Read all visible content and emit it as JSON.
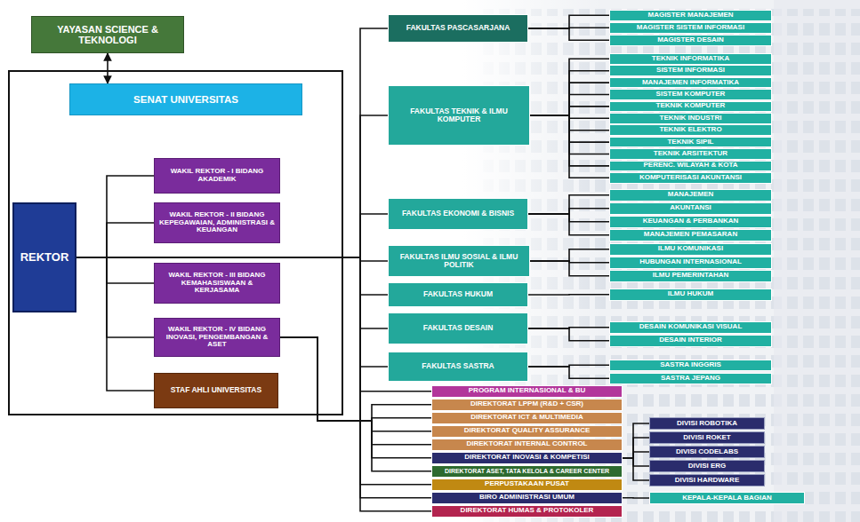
{
  "diagram": {
    "nodes": [
      {
        "text": [
          "YAYASAN SCIENCE & TEKNOLOGI"
        ]
      },
      {
        "text": [
          "SENAT UNIVERSITAS"
        ]
      },
      {
        "text": [
          "REKTOR"
        ]
      },
      {
        "text": [
          "WAKIL REKTOR - I BIDANG AKADEMIK"
        ]
      },
      {
        "text": [
          "WAKIL REKTOR - II BIDANG KEPEGAWAIAN, ADMINISTRASI & KEUANGAN"
        ]
      },
      {
        "text": [
          "WAKIL REKTOR - III BIDANG KEMAHASISWAAN & KERJASAMA"
        ]
      },
      {
        "text": [
          "WAKIL REKTOR - IV BIDANG INOVASI, PENGEMBANGAN & ASET"
        ]
      },
      {
        "text": [
          "STAF AHLI UNIVERSITAS"
        ]
      },
      {
        "text": [
          "FAKULTAS PASCASARJANA"
        ]
      },
      {
        "text": [
          "MAGISTER MANAJEMEN"
        ]
      },
      {
        "text": [
          "MAGISTER SISTEM INFORMASI"
        ]
      },
      {
        "text": [
          "MAGISTER DESAIN"
        ]
      },
      {
        "text": [
          "FAKULTAS TEKNIK & ILMU KOMPUTER"
        ]
      },
      {
        "text": [
          "TEKNIK INFORMATIKA"
        ]
      },
      {
        "text": [
          "SISTEM INFORMASI"
        ]
      },
      {
        "text": [
          "MANAJEMEN INFORMATIKA"
        ]
      },
      {
        "text": [
          "SISTEM KOMPUTER"
        ]
      },
      {
        "text": [
          "TEKNIK KOMPUTER"
        ]
      },
      {
        "text": [
          "TEKNIK INDUSTRI"
        ]
      },
      {
        "text": [
          "TEKNIK ELEKTRO"
        ]
      },
      {
        "text": [
          "TEKNIK SIPIL"
        ]
      },
      {
        "text": [
          "TEKNIK ARSITEKTUR"
        ]
      },
      {
        "text": [
          "PERENC. WILAYAH & KOTA"
        ]
      },
      {
        "text": [
          "KOMPUTERISASI AKUNTANSI"
        ]
      },
      {
        "text": [
          "FAKULTAS EKONOMI & BISNIS"
        ]
      },
      {
        "text": [
          "MANAJEMEN"
        ]
      },
      {
        "text": [
          "AKUNTANSI"
        ]
      },
      {
        "text": [
          "KEUANGAN & PERBANKAN"
        ]
      },
      {
        "text": [
          "MANAJEMEN PEMASARAN"
        ]
      },
      {
        "text": [
          "FAKULTAS ILMU SOSIAL & ILMU POLITIK"
        ]
      },
      {
        "text": [
          "ILMU KOMUNIKASI"
        ]
      },
      {
        "text": [
          "HUBUNGAN INTERNASIONAL"
        ]
      },
      {
        "text": [
          "ILMU PEMERINTAHAN"
        ]
      },
      {
        "text": [
          "FAKULTAS HUKUM"
        ]
      },
      {
        "text": [
          "ILMU HUKUM"
        ]
      },
      {
        "text": [
          "FAKULTAS DESAIN"
        ]
      },
      {
        "text": [
          "DESAIN KOMUNIKASI VISUAL"
        ]
      },
      {
        "text": [
          "DESAIN INTERIOR"
        ]
      },
      {
        "text": [
          "FAKULTAS SASTRA"
        ]
      },
      {
        "text": [
          "SASTRA INGGRIS"
        ]
      },
      {
        "text": [
          "SASTRA JEPANG"
        ]
      },
      {
        "text": [
          "PROGRAM INTERNASIONAL & BU"
        ]
      },
      {
        "text": [
          "DIREKTORAT LPPM (R&D + CSR)"
        ]
      },
      {
        "text": [
          "DIREKTORAT ICT & MULTIMEDIA"
        ]
      },
      {
        "text": [
          "DIREKTORAT QUALITY ASSURANCE"
        ]
      },
      {
        "text": [
          "DIREKTORAT INTERNAL CONTROL"
        ]
      },
      {
        "text": [
          "DIREKTORAT INOVASI & KOMPETISI"
        ]
      },
      {
        "text": [
          "DIREKTORAT ASET, TATA KELOLA & CAREER CENTER"
        ]
      },
      {
        "text": [
          "PERPUSTAKAAN PUSAT"
        ]
      },
      {
        "text": [
          "BIRO ADMINISTRASI UMUM"
        ]
      },
      {
        "text": [
          "DIREKTORAT HUMAS & PROTOKOLER"
        ]
      },
      {
        "text": [
          "DIVISI ROBOTIKA"
        ]
      },
      {
        "text": [
          "DIVISI ROKET"
        ]
      },
      {
        "text": [
          "DIVISI CODELABS"
        ]
      },
      {
        "text": [
          "DIVISI ERG"
        ]
      },
      {
        "text": [
          "DIVISI HARDWARE"
        ]
      },
      {
        "text": [
          "KEPALA-KEPALA BAGIAN"
        ]
      }
    ],
    "edges": [
      {
        "from": 0,
        "to": 1,
        "arrow": "both"
      },
      {
        "from": 2,
        "to": 3,
        "arrow": "none"
      },
      {
        "from": 2,
        "to": 4,
        "arrow": "none"
      },
      {
        "from": 2,
        "to": 5,
        "arrow": "none"
      },
      {
        "from": 2,
        "to": 6,
        "arrow": "none"
      },
      {
        "from": 2,
        "to": 7,
        "arrow": "none"
      },
      {
        "from": 2,
        "to": 8,
        "arrow": "none"
      },
      {
        "from": 2,
        "to": 12,
        "arrow": "none"
      },
      {
        "from": 2,
        "to": 24,
        "arrow": "none"
      },
      {
        "from": 2,
        "to": 29,
        "arrow": "none"
      },
      {
        "from": 2,
        "to": 33,
        "arrow": "none"
      },
      {
        "from": 2,
        "to": 35,
        "arrow": "none"
      },
      {
        "from": 2,
        "to": 38,
        "arrow": "none"
      },
      {
        "from": 2,
        "to": 41,
        "arrow": "none"
      },
      {
        "from": 2,
        "to": 48,
        "arrow": "none"
      },
      {
        "from": 2,
        "to": 49,
        "arrow": "none"
      },
      {
        "from": 2,
        "to": 50,
        "arrow": "none"
      },
      {
        "from": 6,
        "to": 42,
        "arrow": "none"
      },
      {
        "from": 6,
        "to": 43,
        "arrow": "none"
      },
      {
        "from": 6,
        "to": 44,
        "arrow": "none"
      },
      {
        "from": 6,
        "to": 45,
        "arrow": "none"
      },
      {
        "from": 6,
        "to": 46,
        "arrow": "none"
      },
      {
        "from": 6,
        "to": 47,
        "arrow": "none"
      },
      {
        "from": 8,
        "to": 9,
        "arrow": "none"
      },
      {
        "from": 8,
        "to": 10,
        "arrow": "none"
      },
      {
        "from": 8,
        "to": 11,
        "arrow": "none"
      },
      {
        "from": 12,
        "to": 13,
        "arrow": "none"
      },
      {
        "from": 12,
        "to": 14,
        "arrow": "none"
      },
      {
        "from": 12,
        "to": 15,
        "arrow": "none"
      },
      {
        "from": 12,
        "to": 16,
        "arrow": "none"
      },
      {
        "from": 12,
        "to": 17,
        "arrow": "none"
      },
      {
        "from": 12,
        "to": 18,
        "arrow": "none"
      },
      {
        "from": 12,
        "to": 19,
        "arrow": "none"
      },
      {
        "from": 12,
        "to": 20,
        "arrow": "none"
      },
      {
        "from": 12,
        "to": 21,
        "arrow": "none"
      },
      {
        "from": 12,
        "to": 22,
        "arrow": "none"
      },
      {
        "from": 12,
        "to": 23,
        "arrow": "none"
      },
      {
        "from": 24,
        "to": 25,
        "arrow": "none"
      },
      {
        "from": 24,
        "to": 26,
        "arrow": "none"
      },
      {
        "from": 24,
        "to": 27,
        "arrow": "none"
      },
      {
        "from": 24,
        "to": 28,
        "arrow": "none"
      },
      {
        "from": 29,
        "to": 30,
        "arrow": "none"
      },
      {
        "from": 29,
        "to": 31,
        "arrow": "none"
      },
      {
        "from": 29,
        "to": 32,
        "arrow": "none"
      },
      {
        "from": 33,
        "to": 34,
        "arrow": "none"
      },
      {
        "from": 35,
        "to": 36,
        "arrow": "none"
      },
      {
        "from": 35,
        "to": 37,
        "arrow": "none"
      },
      {
        "from": 38,
        "to": 39,
        "arrow": "none"
      },
      {
        "from": 38,
        "to": 40,
        "arrow": "none"
      },
      {
        "from": 46,
        "to": 51,
        "arrow": "none"
      },
      {
        "from": 46,
        "to": 52,
        "arrow": "none"
      },
      {
        "from": 46,
        "to": 53,
        "arrow": "none"
      },
      {
        "from": 46,
        "to": 54,
        "arrow": "none"
      },
      {
        "from": 46,
        "to": 55,
        "arrow": "none"
      },
      {
        "from": 49,
        "to": 56,
        "arrow": "none"
      }
    ]
  }
}
